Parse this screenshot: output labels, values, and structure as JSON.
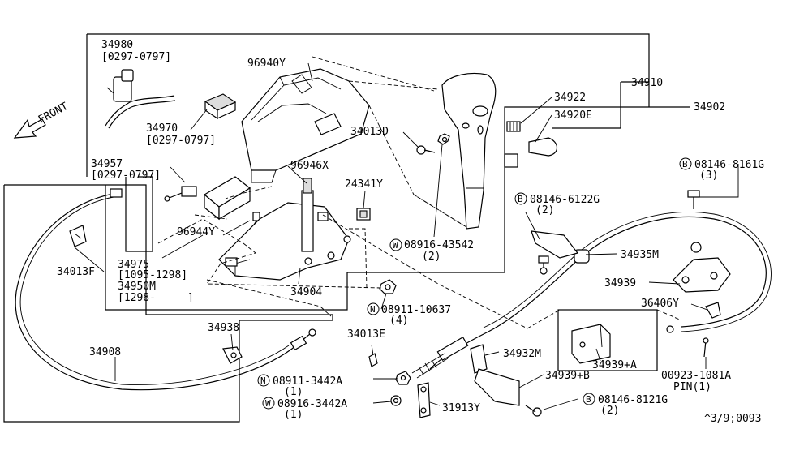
{
  "direction_label": "FRONT",
  "watermark": "^3/9;0093",
  "labels": {
    "p34980": "34980",
    "p34980_range": "[0297-0797]",
    "p96940y": "96940Y",
    "p34970": "34970",
    "p34970_range": "[0297-0797]",
    "p34957": "34957",
    "p34957_range": "[0297-0797]",
    "p96946x": "96946X",
    "p24341y": "24341Y",
    "p96944y": "96944Y",
    "p34975": "34975",
    "p34975_range": "[1095-1298]",
    "p34950m": "34950M",
    "p34950m_range": "[1298-     ]",
    "p34904": "34904",
    "p34013f": "34013F",
    "p34938": "34938",
    "p34908": "34908",
    "p34922": "34922",
    "p34910": "34910",
    "p34920e": "34920E",
    "p34902": "34902",
    "p34013d": "34013D",
    "p08916_43542": "08916-43542",
    "p08916_43542_qty": "(2)",
    "p08911_10637": "08911-10637",
    "p08911_10637_qty": "(4)",
    "p08146_8161g": "08146-8161G",
    "p08146_8161g_qty": "(3)",
    "p08146_6122g": "08146-6122G",
    "p08146_6122g_qty": "(2)",
    "p34935m": "34935M",
    "p34939": "34939",
    "p36406y": "36406Y",
    "p34013e": "34013E",
    "p34932m": "34932M",
    "p34939a": "34939+A",
    "p34939b": "34939+B",
    "p08911_3442a": "08911-3442A",
    "p08911_3442a_qty": "(1)",
    "p08916_3442a": "08916-3442A",
    "p08916_3442a_qty": "(1)",
    "p31913y": "31913Y",
    "p08146_8121g": "08146-8121G",
    "p08146_8121g_qty": "(2)",
    "p00923_1081a": "00923-1081A",
    "pin_qty": "PIN(1)"
  },
  "markers": {
    "bolt": "B",
    "washer": "W",
    "nut": "N"
  }
}
